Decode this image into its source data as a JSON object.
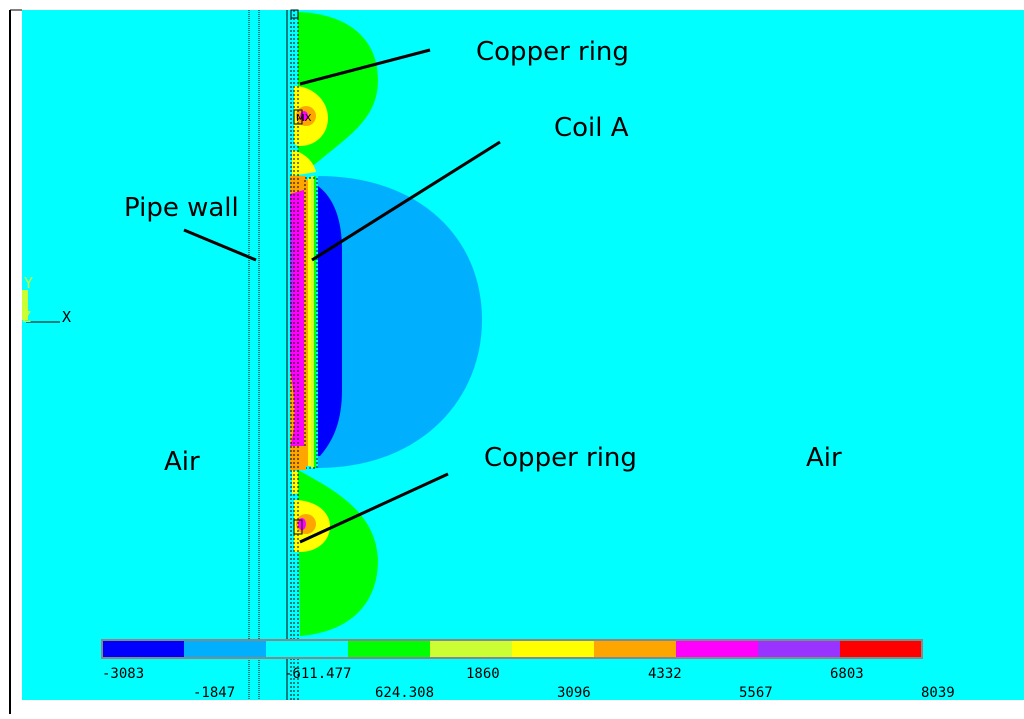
{
  "labels": {
    "copper_ring_top": "Copper ring",
    "coil_a": "Coil A",
    "pipe_wall": "Pipe wall",
    "air_left": "Air",
    "copper_ring_bottom": "Copper ring",
    "air_right": "Air"
  },
  "triad": {
    "y": "Y",
    "z": "Z",
    "x": "X"
  },
  "mx_label": "MX",
  "colors": {
    "background": "#00ffff",
    "band_colors": [
      "#0000ff",
      "#00b0ff",
      "#00ffff",
      "#00ff00",
      "#ccff33",
      "#ffff00",
      "#ffa500",
      "#ff00ff",
      "#9933ff",
      "#ff0000"
    ]
  },
  "legend": {
    "ticks_upper": [
      "-3083",
      "-611.477",
      "1860",
      "4332",
      "6803"
    ],
    "ticks_lower": [
      "-1847",
      "624.308",
      "3096",
      "5567",
      "8039"
    ]
  }
}
